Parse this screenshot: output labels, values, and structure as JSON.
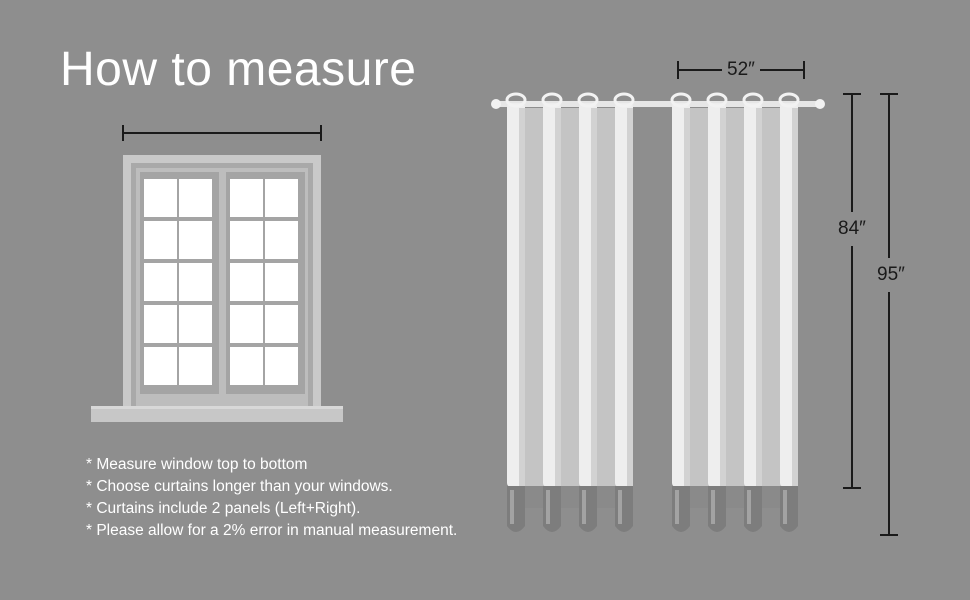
{
  "title": "How to measure",
  "notes": [
    "* Measure window top to bottom",
    "* Choose curtains longer than your windows.",
    "* Curtains include 2 panels (Left+Right).",
    "* Please allow for a 2% error in manual measurement."
  ],
  "dimensions": {
    "width": "52″",
    "length_short": "84″",
    "length_long": "95″"
  }
}
